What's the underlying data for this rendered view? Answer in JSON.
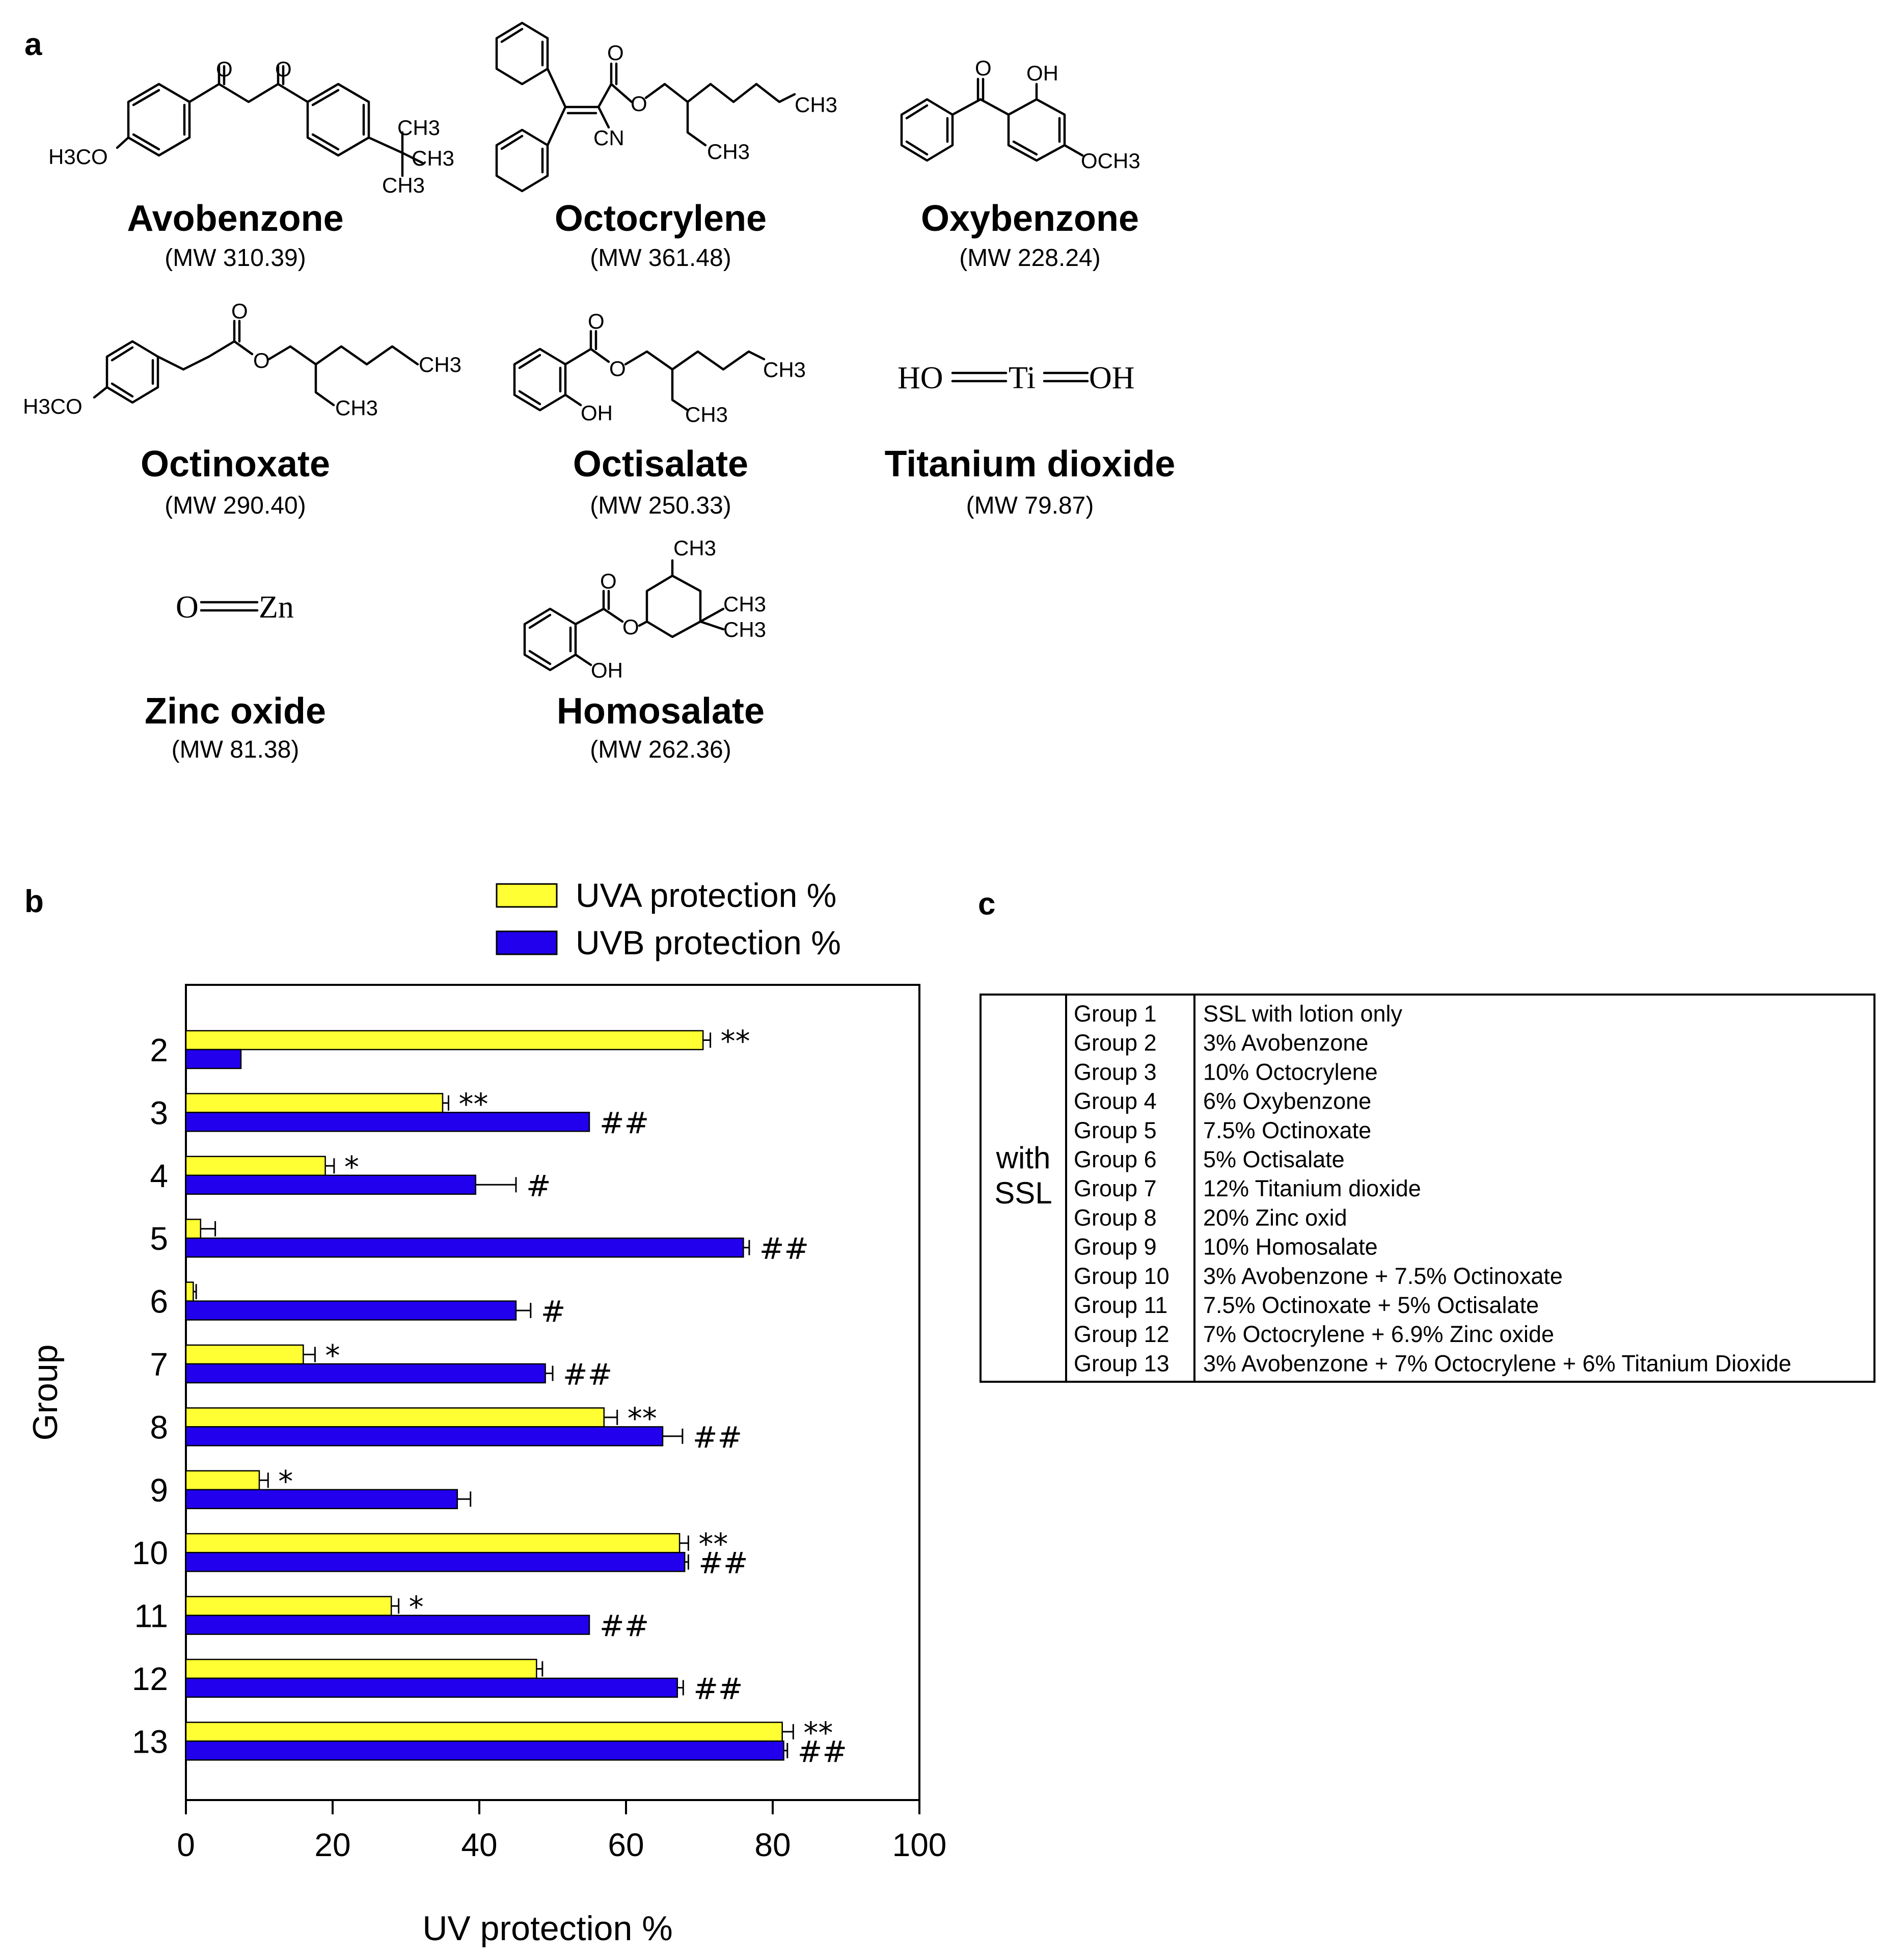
{
  "panels": {
    "a": "a",
    "b": "b",
    "c": "c"
  },
  "compounds": [
    {
      "name": "Avobenzone",
      "mw": "(MW 310.39)"
    },
    {
      "name": "Octocrylene",
      "mw": "(MW 361.48)"
    },
    {
      "name": "Oxybenzone",
      "mw": "(MW 228.24)"
    },
    {
      "name": "Octinoxate",
      "mw": "(MW 290.40)"
    },
    {
      "name": "Octisalate",
      "mw": "(MW 250.33)"
    },
    {
      "name": "Titanium dioxide",
      "mw": "(MW 79.87)"
    },
    {
      "name": "Zinc oxide",
      "mw": "(MW 81.38)"
    },
    {
      "name": "Homosalate",
      "mw": "(MW 262.36)"
    }
  ],
  "structure_labels": {
    "avobenzone": {
      "o1": "O",
      "o2": "O",
      "h3co": "H3CO",
      "ch3a": "CH3",
      "ch3b": "CH3",
      "ch3c": "CH3"
    },
    "octocrylene": {
      "o1": "O",
      "o2": "O",
      "cn": "CN",
      "ch3a": "CH3",
      "ch3b": "CH3"
    },
    "oxybenzone": {
      "o1": "O",
      "oh": "OH",
      "och3": "OCH3"
    },
    "octinoxate": {
      "o1": "O",
      "o2": "O",
      "h3co": "H3CO",
      "ch3a": "CH3",
      "ch3b": "CH3"
    },
    "octisalate": {
      "o1": "O",
      "o2": "O",
      "oh": "OH",
      "ch3a": "CH3",
      "ch3b": "CH3"
    },
    "titanium": {
      "ho": "HO",
      "ti": "Ti",
      "oh": "OH"
    },
    "zinc": {
      "o": "O",
      "zn": "Zn"
    },
    "homosalate": {
      "o1": "O",
      "o2": "O",
      "oh": "OH",
      "ch3a": "CH3",
      "ch3b": "CH3",
      "ch3c": "CH3"
    }
  },
  "chart_data": {
    "type": "bar",
    "orientation": "horizontal",
    "ylabel": "Group",
    "xlabel": "UV protection %",
    "categories": [
      "2",
      "3",
      "4",
      "5",
      "6",
      "7",
      "8",
      "9",
      "10",
      "11",
      "12",
      "13"
    ],
    "xlim": [
      0,
      100
    ],
    "x_ticks": [
      "0",
      "20",
      "40",
      "60",
      "80",
      "100"
    ],
    "legend_position": "top",
    "colors": {
      "uva": "#ffff33",
      "uvb": "#2200ee"
    },
    "series": [
      {
        "name": "UVA protection %",
        "values": [
          70.5,
          35.0,
          19.0,
          2.0,
          1.0,
          16.0,
          57.0,
          10.0,
          67.3,
          28.0,
          47.8,
          81.3
        ],
        "errors": [
          1.0,
          0.8,
          1.2,
          2.0,
          0.4,
          1.6,
          1.8,
          1.2,
          1.2,
          1.0,
          0.8,
          1.5
        ],
        "annotations": [
          "**",
          "**",
          "*",
          "",
          "",
          "*",
          "**",
          "*",
          "**",
          "*",
          "",
          "**"
        ]
      },
      {
        "name": "UVB protection %",
        "values": [
          7.5,
          55.0,
          39.5,
          76.0,
          45.0,
          49.0,
          65.0,
          37.0,
          68.0,
          55.0,
          67.0,
          81.5
        ],
        "errors": [
          0.0,
          0.0,
          5.5,
          0.8,
          2.0,
          1.0,
          2.7,
          1.8,
          0.5,
          0.0,
          0.8,
          0.5
        ],
        "annotations": [
          "",
          "##",
          "#",
          "##",
          "#",
          "##",
          "##",
          "",
          "##",
          "##",
          "##",
          "##"
        ]
      }
    ]
  },
  "table": {
    "side_label": [
      "with",
      "SSL"
    ],
    "rows": [
      {
        "group": "Group 1",
        "desc": "SSL with lotion only"
      },
      {
        "group": "Group 2",
        "desc": "3% Avobenzone"
      },
      {
        "group": "Group 3",
        "desc": "10% Octocrylene"
      },
      {
        "group": "Group 4",
        "desc": "6% Oxybenzone"
      },
      {
        "group": "Group 5",
        "desc": "7.5% Octinoxate"
      },
      {
        "group": "Group 6",
        "desc": "5% Octisalate"
      },
      {
        "group": "Group 7",
        "desc": "12% Titanium dioxide"
      },
      {
        "group": "Group 8",
        "desc": "20% Zinc oxid"
      },
      {
        "group": "Group 9",
        "desc": "10% Homosalate"
      },
      {
        "group": "Group 10",
        "desc": "3% Avobenzone + 7.5% Octinoxate"
      },
      {
        "group": "Group 11",
        "desc": "7.5% Octinoxate + 5% Octisalate"
      },
      {
        "group": "Group 12",
        "desc": "7% Octocrylene + 6.9% Zinc oxide"
      },
      {
        "group": "Group 13",
        "desc": "3% Avobenzone + 7% Octocrylene + 6% Titanium Dioxide"
      }
    ]
  }
}
